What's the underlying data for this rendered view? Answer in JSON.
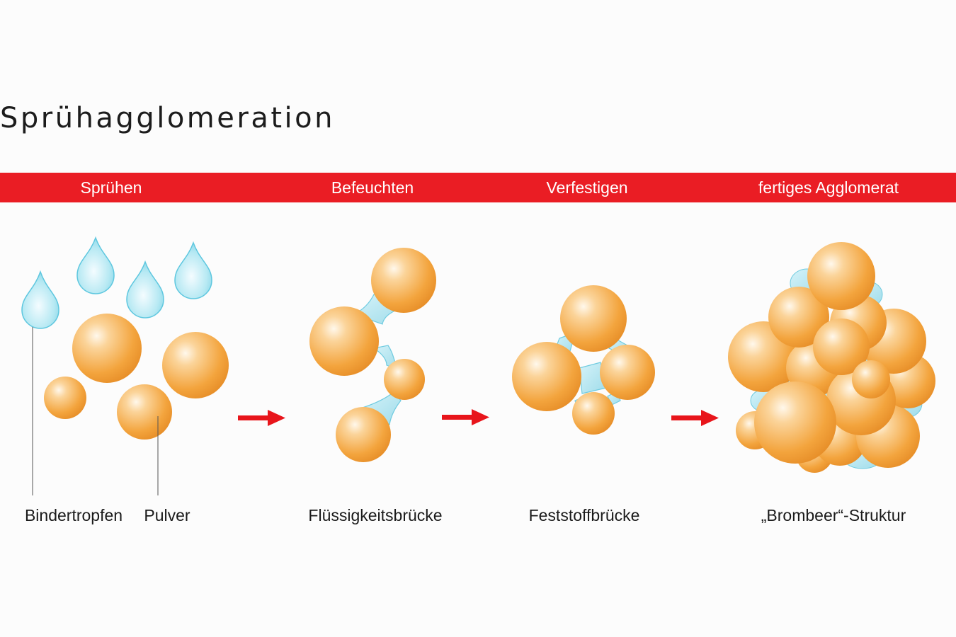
{
  "title": "Sprühagglomeration",
  "stages": [
    {
      "label": "Sprühen"
    },
    {
      "label": "Befeuchten"
    },
    {
      "label": "Verfestigen"
    },
    {
      "label": "fertiges Agglomerat"
    }
  ],
  "captions": {
    "binder_drops": "Bindertropfen",
    "powder": "Pulver",
    "liquid_bridge": "Flüssigkeitsbrücke",
    "solid_bridge": "Feststoffbrücke",
    "structure": "„Brombeer“-Struktur"
  },
  "colors": {
    "band": "#ea1d24",
    "arrow": "#e8151b",
    "particle": "#f4a640",
    "binder": "#a9e3ef"
  }
}
